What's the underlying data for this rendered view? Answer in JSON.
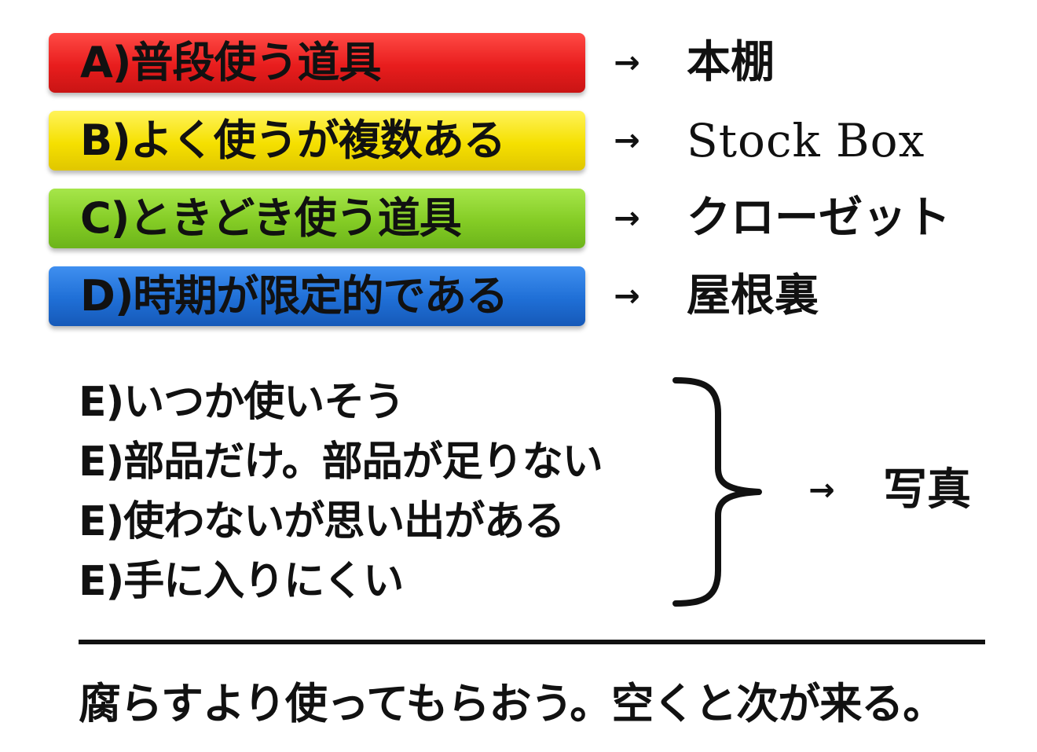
{
  "categories": [
    {
      "label": "A)普段使う道具",
      "arrow": "→",
      "destination": "本棚",
      "color": "#e81d1d"
    },
    {
      "label": "B)よく使うが複数ある",
      "arrow": "→",
      "destination": "Stock Box",
      "color": "#f5e000"
    },
    {
      "label": "C)ときどき使う道具",
      "arrow": "→",
      "destination": "クローゼット",
      "color": "#84cc25"
    },
    {
      "label": "D)時期が限定的である",
      "arrow": "→",
      "destination": "屋根裏",
      "color": "#1f6fd6"
    }
  ],
  "e_group": {
    "items": [
      "E)いつか使いそう",
      "E)部品だけ。部品が足りない",
      "E)使わないが思い出がある",
      "E)手に入りにくい"
    ],
    "arrow": "→",
    "destination": "写真"
  },
  "footer": "腐らすより使ってもらおう。空くと次が来る。"
}
